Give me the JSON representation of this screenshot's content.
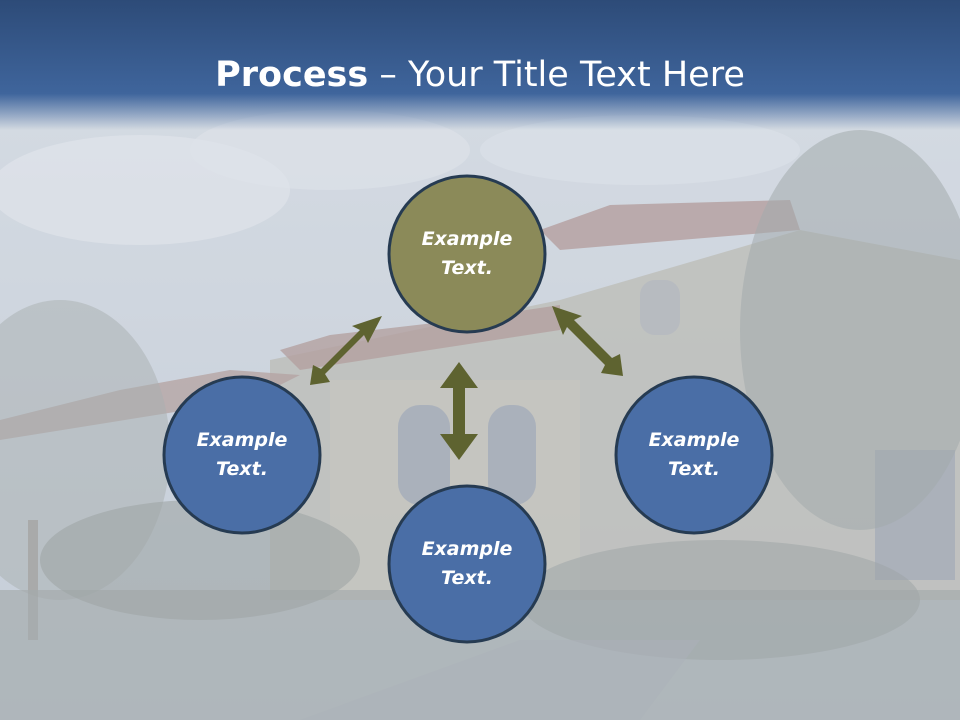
{
  "title": {
    "bold": "Process",
    "rest": " – Your Title Text Here"
  },
  "colors": {
    "header": "#3a5f94",
    "center_node": "#8b8a59",
    "outer_node": "#4a6ea6",
    "arrow": "#5e6330",
    "node_border": "#263b52"
  },
  "nodes": [
    {
      "id": "top",
      "line1": "Example",
      "line2": "Text.",
      "role": "center"
    },
    {
      "id": "left",
      "line1": "Example",
      "line2": "Text.",
      "role": "outer"
    },
    {
      "id": "right",
      "line1": "Example",
      "line2": "Text.",
      "role": "outer"
    },
    {
      "id": "bottom",
      "line1": "Example",
      "line2": "Text.",
      "role": "outer"
    }
  ],
  "connectors": [
    {
      "from": "top",
      "to": "left",
      "type": "double-arrow"
    },
    {
      "from": "top",
      "to": "right",
      "type": "double-arrow"
    },
    {
      "from": "top",
      "to": "bottom",
      "type": "double-arrow"
    }
  ]
}
